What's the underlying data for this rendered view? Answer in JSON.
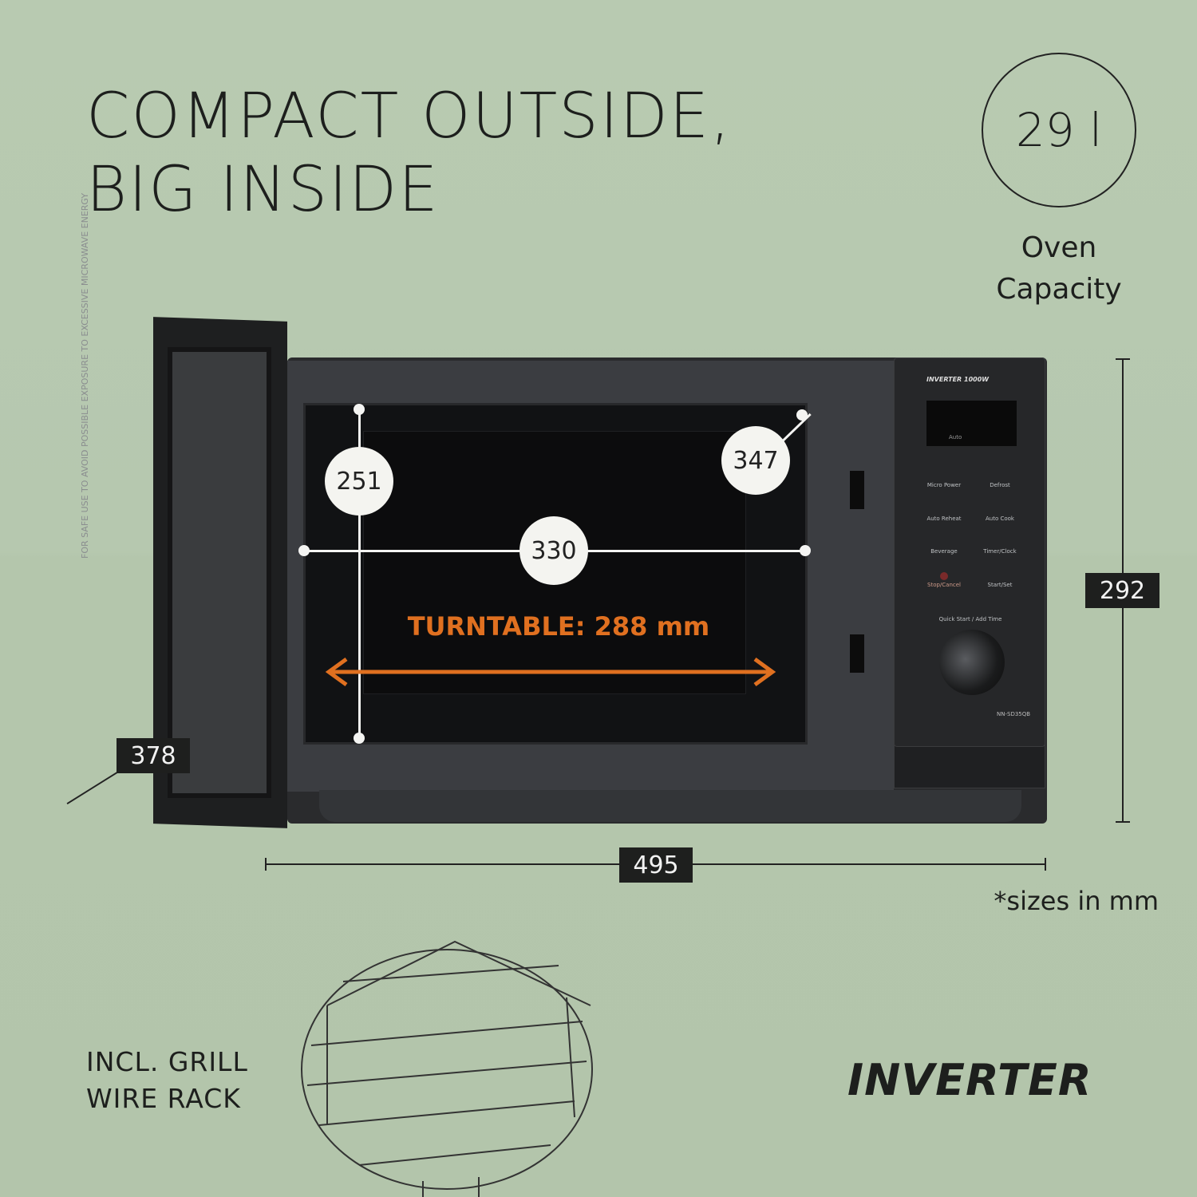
{
  "headline": {
    "line1": "COMPACT OUTSIDE,",
    "line2": "BIG INSIDE"
  },
  "capacity": {
    "value": "29 l",
    "label1": "Oven",
    "label2": "Capacity"
  },
  "dimensions": {
    "height": "292",
    "width": "495",
    "depth": "378",
    "cavity_height": "251",
    "cavity_depth": "347",
    "cavity_width": "330"
  },
  "turntable": "TURNTABLE: 288 mm",
  "sizes_note": "*sizes in mm",
  "rack_label": {
    "line1": "INCL. GRILL",
    "line2": "WIRE RACK"
  },
  "logo": "INVERTER",
  "panel": {
    "brand": "INVERTER 1000W",
    "display_mode": "Auto",
    "buttons": [
      "Micro Power",
      "Defrost",
      "Auto Reheat",
      "Auto Cook",
      "Beverage",
      "Timer/Clock",
      "Stop/Cancel",
      "Start/Set"
    ],
    "dial_label": "Quick Start / Add Time",
    "model": "NN-SD35QB"
  },
  "door_warning": "FOR SAFE USE TO AVOID POSSIBLE EXPOSURE TO EXCESSIVE MICROWAVE ENERGY",
  "colors": {
    "background": "#b7c9b0",
    "accent": "#e07020",
    "label_box": "#1e1f1e"
  }
}
